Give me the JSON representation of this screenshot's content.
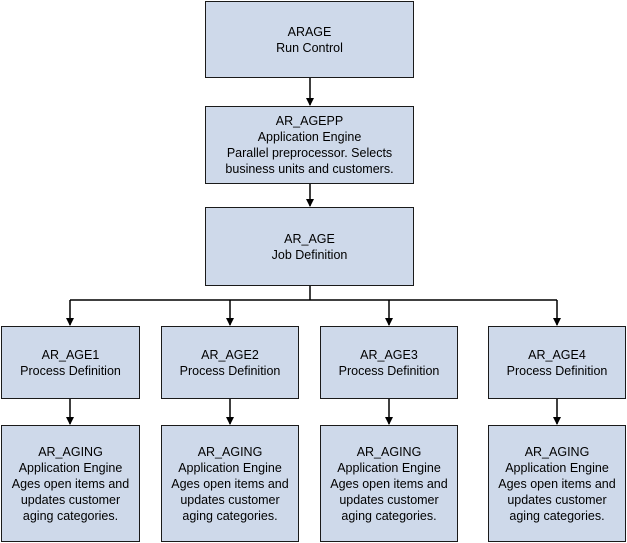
{
  "colors": {
    "box_fill": "#ced9ea",
    "box_border": "#1a1a1a",
    "line": "#000000"
  },
  "nodes": {
    "run_control": {
      "lines": [
        "ARAGE",
        "Run Control"
      ]
    },
    "preprocessor": {
      "lines": [
        "AR_AGEPP",
        "Application Engine",
        "Parallel preprocessor. Selects",
        "business units and customers."
      ]
    },
    "job": {
      "lines": [
        "AR_AGE",
        "Job Definition"
      ]
    },
    "processes": [
      {
        "lines": [
          "AR_AGE1",
          "Process Definition"
        ]
      },
      {
        "lines": [
          "AR_AGE2",
          "Process Definition"
        ]
      },
      {
        "lines": [
          "AR_AGE3",
          "Process Definition"
        ]
      },
      {
        "lines": [
          "AR_AGE4",
          "Process Definition"
        ]
      }
    ],
    "engines": [
      {
        "lines": [
          "AR_AGING",
          "Application Engine",
          "Ages open items and",
          "updates customer",
          "aging categories."
        ]
      },
      {
        "lines": [
          "AR_AGING",
          "Application Engine",
          "Ages open items and",
          "updates customer",
          "aging categories."
        ]
      },
      {
        "lines": [
          "AR_AGING",
          "Application Engine",
          "Ages open items and",
          "updates customer",
          "aging categories."
        ]
      },
      {
        "lines": [
          "AR_AGING",
          "Application Engine",
          "Ages open items and",
          "updates customer",
          "aging categories."
        ]
      }
    ]
  }
}
